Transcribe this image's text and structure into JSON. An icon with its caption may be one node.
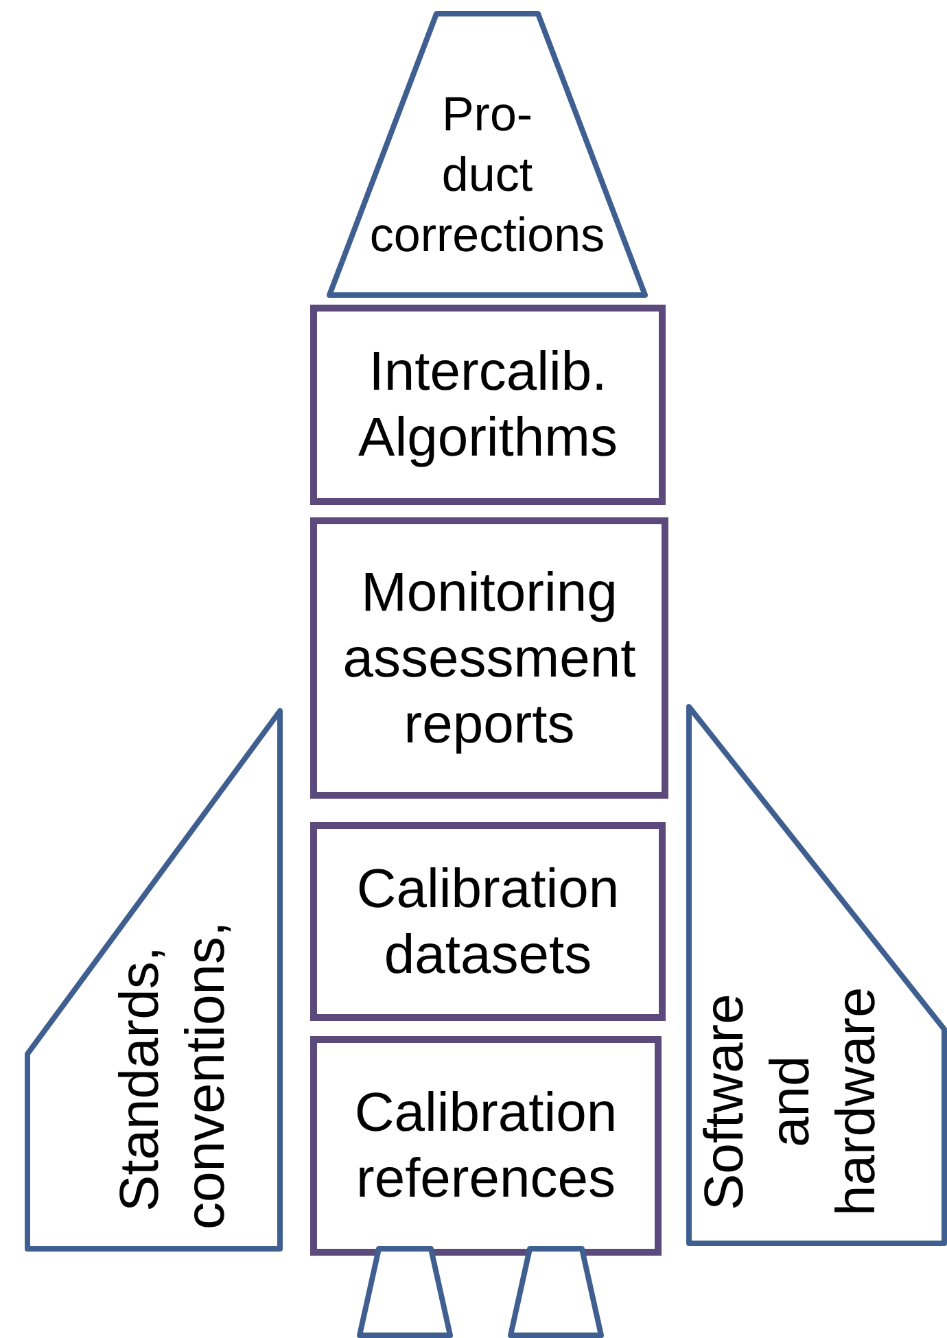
{
  "diagram": {
    "nodes": [
      {
        "text": [
          "Pro- duct corrections"
        ]
      },
      {
        "text": [
          "Intercalib. Algorithms"
        ]
      },
      {
        "text": [
          "Monitoring assessment reports"
        ]
      },
      {
        "text": [
          "Calibration datasets"
        ]
      },
      {
        "text": [
          "Calibration references"
        ]
      },
      {
        "text": [
          "Standards, conventions,"
        ]
      },
      {
        "text": [
          "Software and hardware"
        ]
      },
      {
        "text": [],
        "shape": "trapezoid"
      },
      {
        "text": [],
        "shape": "trapezoid"
      }
    ]
  }
}
